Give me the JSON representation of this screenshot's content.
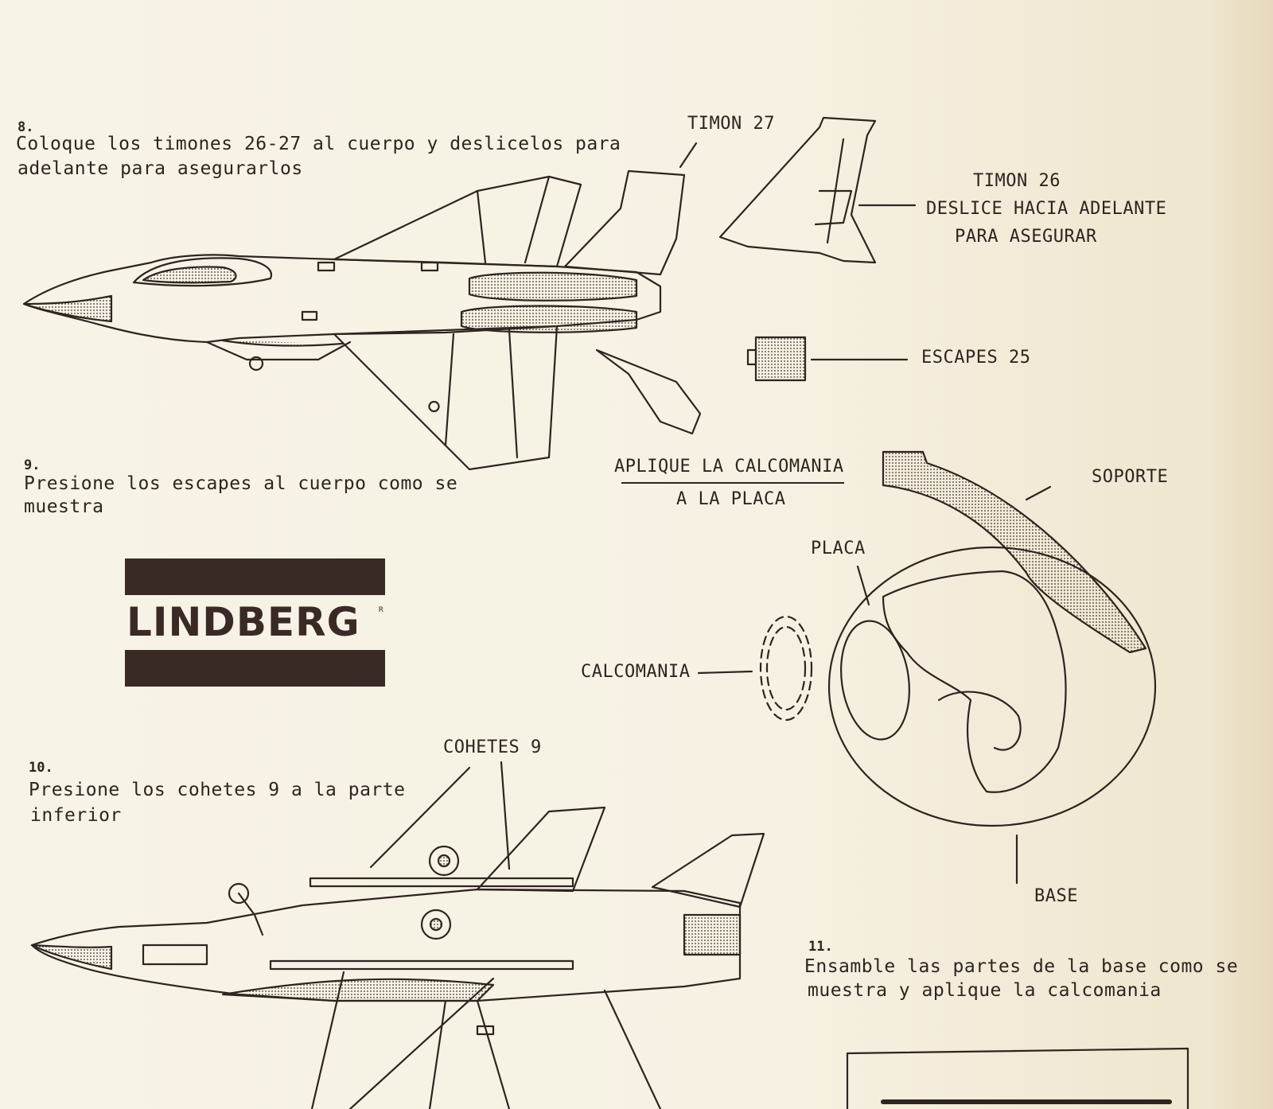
{
  "steps": [
    {
      "number": "8.",
      "lines": [
        "Coloque los timones 26-27 al cuerpo y deslicelos para",
        "adelante para asegurarlos"
      ]
    },
    {
      "number": "9.",
      "lines": [
        "Presione los escapes al cuerpo como se",
        "muestra"
      ]
    },
    {
      "number": "10.",
      "lines": [
        "Presione los cohetes 9 a la parte",
        "inferior"
      ]
    },
    {
      "number": "11.",
      "lines": [
        "Ensamble las partes de la base como se",
        "muestra y aplique la calcomania"
      ]
    }
  ],
  "callouts": {
    "timon_27": "TIMON 27",
    "timon_26": [
      "TIMON 26",
      "DESLICE HACIA ADELANTE",
      "PARA ASEGURAR"
    ],
    "escapes": "ESCAPES 25",
    "aplique": [
      "APLIQUE LA CALCOMANIA",
      "A LA PLACA"
    ],
    "soporte": "SOPORTE",
    "placa": "PLACA",
    "calcomania": "CALCOMANIA",
    "base": "BASE",
    "cohetes": "COHETES 9"
  },
  "logo": {
    "brand": "LINDBERG",
    "reg_mark": "R"
  },
  "colors": {
    "paper": "#f6f1e3",
    "ink": "#2e2420",
    "logo": "#3a2a25"
  }
}
